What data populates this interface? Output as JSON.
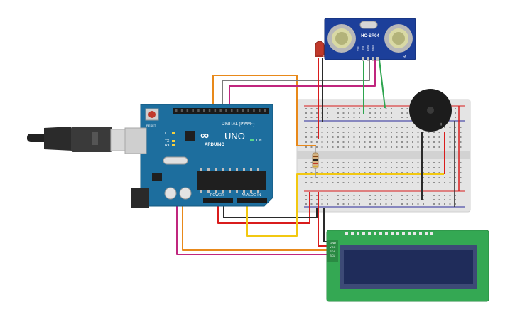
{
  "arduino": {
    "brand": "ARDUINO",
    "model": "UNO",
    "digital_label": "DIGITAL (PWM~)",
    "power_label": "POWER",
    "analog_label": "ANALOG IN",
    "on_label": "ON",
    "tx_label": "TX",
    "rx_label": "RX",
    "l_label": "L",
    "reset_label": "RESET",
    "infinity_symbol": "∞"
  },
  "sensor": {
    "model": "HC-SR04",
    "pin_labels": [
      "Vcc",
      "Trig",
      "Echo",
      "Gnd"
    ]
  },
  "lcd": {
    "pin_labels": [
      "GND",
      "VCC",
      "SDA",
      "SCL"
    ]
  },
  "buzzer": {
    "minus_label": "−",
    "plus_label": "+"
  },
  "colors": {
    "board_blue": "#1d6e9e",
    "wire_orange": "#e8891a",
    "wire_magenta": "#c0267e",
    "wire_gray": "#7b7b7b",
    "wire_green": "#2da44e",
    "wire_red": "#d91c1c",
    "wire_yellow": "#f2c811",
    "wire_black": "#2a2a2a",
    "lcd_pcb": "#34a853",
    "lcd_screen": "#1f2c5a",
    "sensor_pcb": "#1c3f9a"
  }
}
